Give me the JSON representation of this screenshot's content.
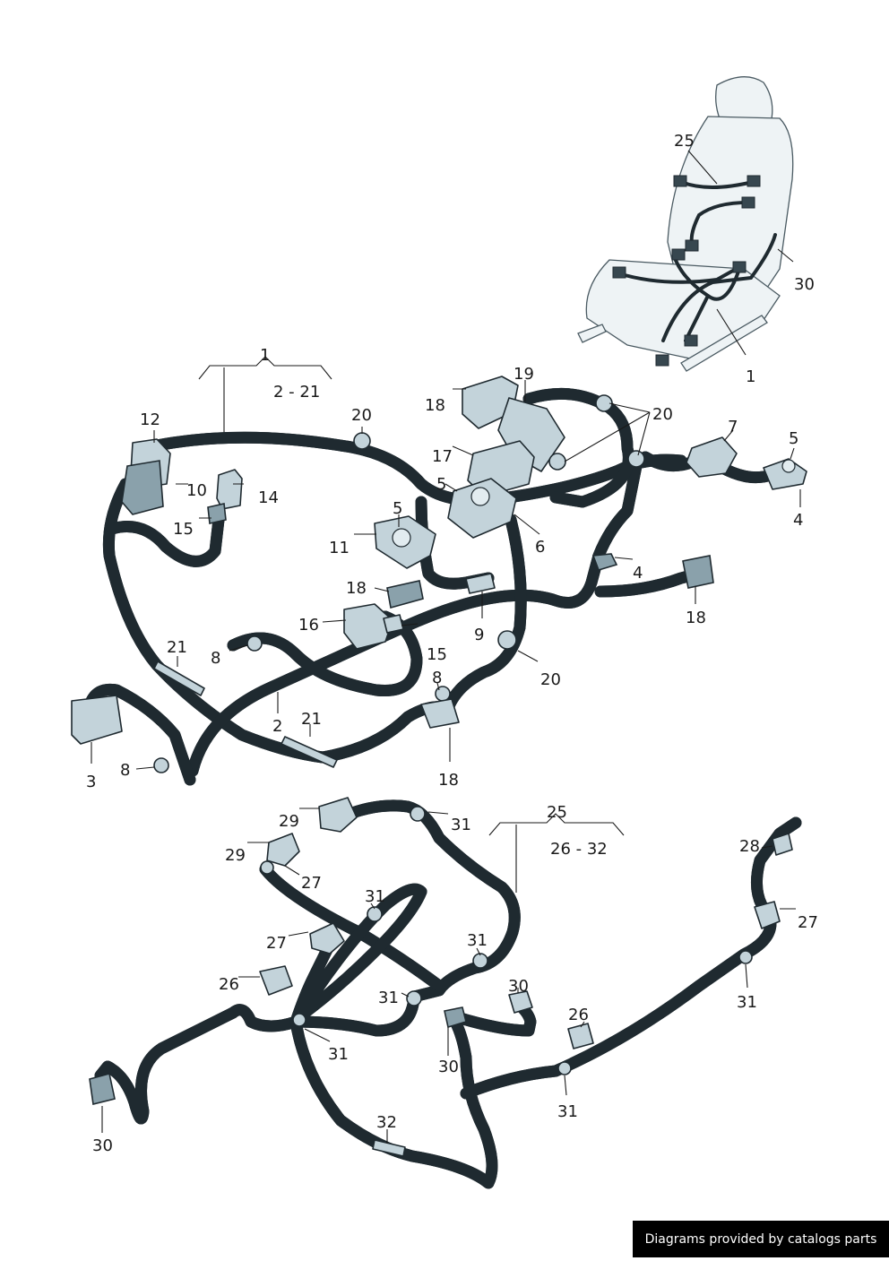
{
  "labels": {
    "group1_id": "1",
    "group1_range": "2 - 21",
    "group25_id": "25",
    "group25_range": "26 - 32",
    "seat_25": "25",
    "seat_30": "30",
    "seat_1": "1",
    "u12": "12",
    "u10": "10",
    "u14": "14",
    "u15a": "15",
    "u20a": "20",
    "u18a": "18",
    "u19": "19",
    "u20b": "20",
    "u17": "17",
    "u7": "7",
    "u5a": "5",
    "u5b": "5",
    "u5c": "5",
    "u11": "11",
    "u6": "6",
    "u4a": "4",
    "u4b": "4",
    "u18b": "18",
    "u9": "9",
    "u18c": "18",
    "u16": "16",
    "u15b": "15",
    "u21a": "21",
    "u8a": "8",
    "u20c": "20",
    "u8b": "8",
    "u21b": "21",
    "u2": "2",
    "u3": "3",
    "u8c": "8",
    "u18d": "18",
    "l29a": "29",
    "l31a": "31",
    "l29b": "29",
    "l27a": "27",
    "l28": "28",
    "l31b": "31",
    "l27b": "27",
    "l31c": "31",
    "l27c": "27",
    "l26a": "26",
    "l30a": "30",
    "l31d": "31",
    "l31e": "31",
    "l26b": "26",
    "l30b": "30",
    "l31f": "31",
    "l31g": "31",
    "l30c": "30",
    "l32": "32"
  },
  "credit": "Diagrams provided by catalogs parts",
  "colors": {
    "wire": "#1f2a30",
    "part": "#c3d3da",
    "background": "#ffffff"
  }
}
